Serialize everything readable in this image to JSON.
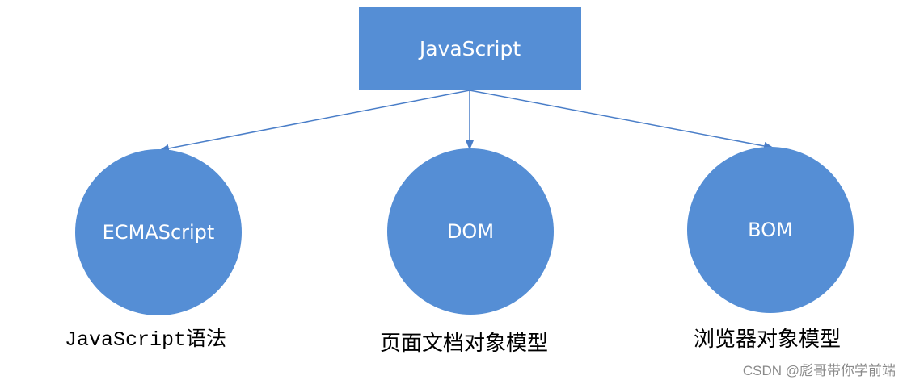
{
  "root": {
    "label": "JavaScript"
  },
  "children": [
    {
      "id": "ecmascript",
      "label": "ECMAScript",
      "caption": "JavaScript语法"
    },
    {
      "id": "dom",
      "label": "DOM",
      "caption": "页面文档对象模型"
    },
    {
      "id": "bom",
      "label": "BOM",
      "caption": "浏览器对象模型"
    }
  ],
  "watermark": "CSDN @彪哥带你学前端",
  "colors": {
    "node_fill": "#558ed5",
    "edge": "#4a7ec8",
    "node_text": "#ffffff",
    "caption_text": "#000000",
    "watermark_text": "#8a8a8a"
  }
}
